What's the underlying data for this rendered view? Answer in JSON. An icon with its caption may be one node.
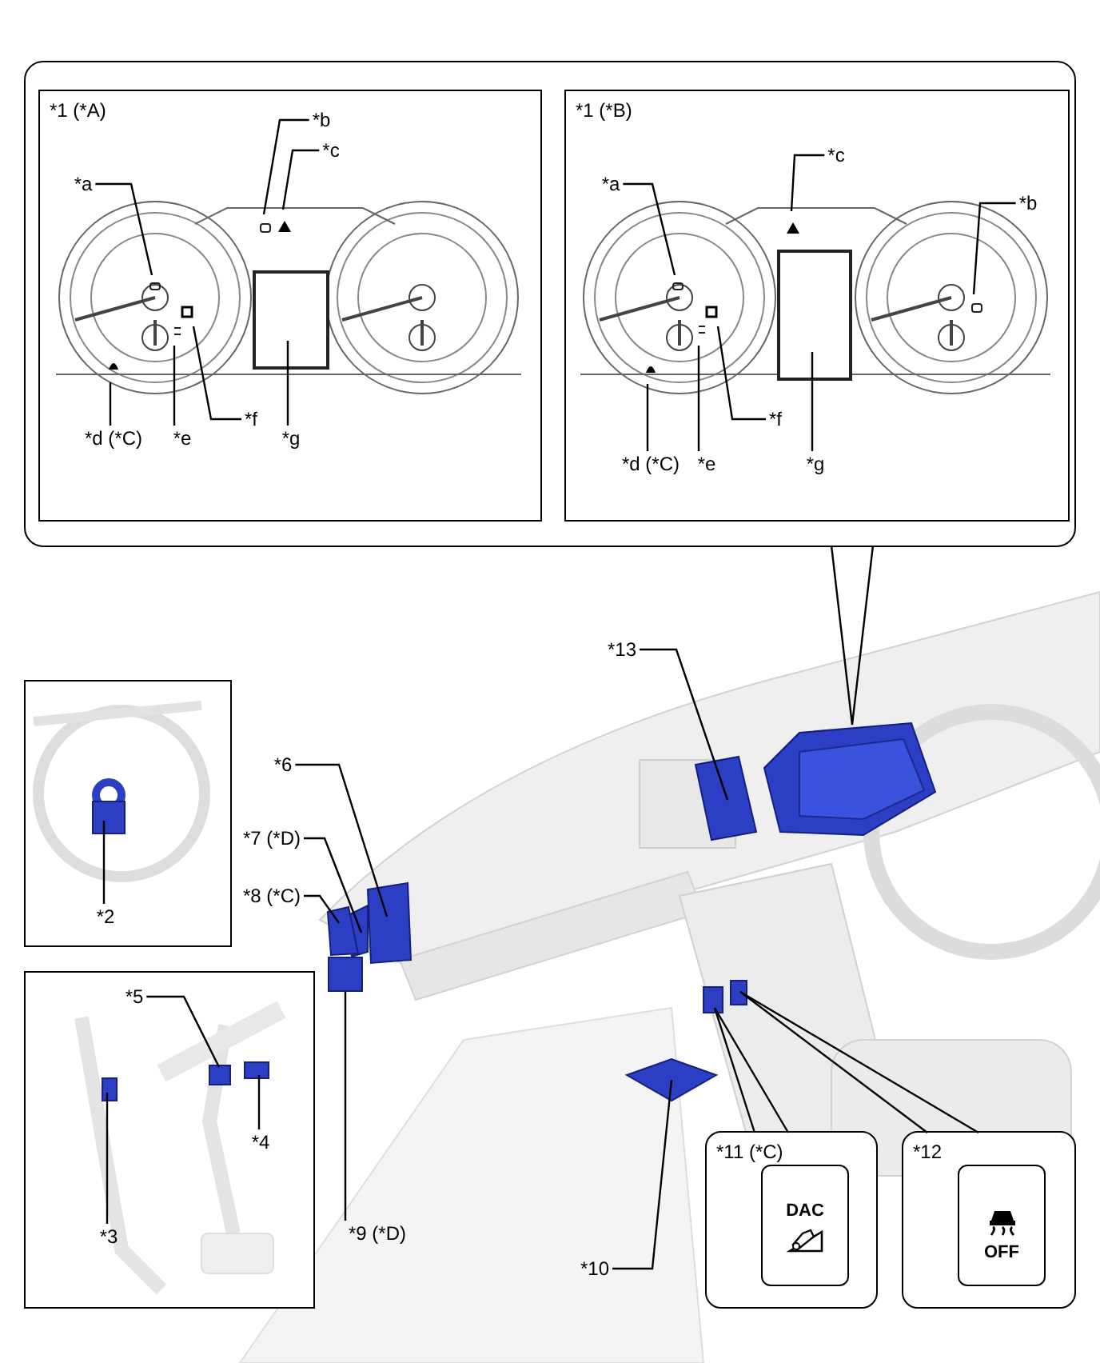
{
  "diagram": {
    "nodes": [
      {
        "text": [],
        "shape": "box"
      },
      {
        "text": [
          "*1 (*A)"
        ],
        "in": 0
      },
      {
        "text": [
          "*a"
        ],
        "in": 1
      },
      {
        "text": [
          "*b"
        ],
        "in": 1
      },
      {
        "text": [
          "*c"
        ],
        "in": 1
      },
      {
        "text": [
          "*d (*C)"
        ],
        "in": 1
      },
      {
        "text": [
          "*e"
        ],
        "in": 1
      },
      {
        "text": [
          "*f"
        ],
        "in": 1
      },
      {
        "text": [
          "*g"
        ],
        "in": 1
      },
      {
        "text": [
          "*1 (*B)"
        ],
        "in": 0
      },
      {
        "text": [
          "*a"
        ],
        "in": 9
      },
      {
        "text": [
          "*b"
        ],
        "in": 9
      },
      {
        "text": [
          "*c"
        ],
        "in": 9
      },
      {
        "text": [
          "*d (*C)"
        ],
        "in": 9
      },
      {
        "text": [
          "*e"
        ],
        "in": 9
      },
      {
        "text": [
          "*f"
        ],
        "in": 9
      },
      {
        "text": [
          "*g"
        ],
        "in": 9
      },
      {
        "text": [],
        "shape": "box"
      },
      {
        "text": [
          "*2"
        ],
        "in": 17
      },
      {
        "text": [],
        "shape": "box"
      },
      {
        "text": [
          "*5"
        ],
        "in": 19
      },
      {
        "text": [
          "*4"
        ],
        "in": 19
      },
      {
        "text": [
          "*3"
        ],
        "in": 19
      },
      {
        "text": [
          "*13"
        ]
      },
      {
        "text": [
          "*6"
        ]
      },
      {
        "text": [
          "*7 (*D)"
        ]
      },
      {
        "text": [
          "*8 (*C)"
        ]
      },
      {
        "text": [
          "*9 (*D)"
        ]
      },
      {
        "text": [
          "*10"
        ]
      },
      {
        "text": [],
        "shape": "picture"
      },
      {
        "text": [
          "*11 (*C)"
        ]
      },
      {
        "text": [
          "DAC"
        ],
        "in": 30
      },
      {
        "text": [
          "*12"
        ]
      },
      {
        "text": [
          "OFF"
        ],
        "in": 32
      },
      {
        "text": [],
        "shape": "picture"
      }
    ],
    "edges": [
      {
        "from": 0,
        "to": 29,
        "arrow": "none"
      },
      {
        "from": 2,
        "to": null,
        "arrow": "none"
      },
      {
        "from": 3,
        "to": null,
        "arrow": "none"
      },
      {
        "from": 4,
        "to": null,
        "arrow": "none"
      },
      {
        "from": 5,
        "to": null,
        "arrow": "none"
      },
      {
        "from": 6,
        "to": null,
        "arrow": "none"
      },
      {
        "from": 7,
        "to": null,
        "arrow": "none"
      },
      {
        "from": 8,
        "to": null,
        "arrow": "none"
      },
      {
        "from": 10,
        "to": null,
        "arrow": "none"
      },
      {
        "from": 11,
        "to": null,
        "arrow": "none"
      },
      {
        "from": 12,
        "to": null,
        "arrow": "none"
      },
      {
        "from": 13,
        "to": null,
        "arrow": "none"
      },
      {
        "from": 14,
        "to": null,
        "arrow": "none"
      },
      {
        "from": 15,
        "to": null,
        "arrow": "none"
      },
      {
        "from": 16,
        "to": null,
        "arrow": "none"
      },
      {
        "from": 18,
        "to": null,
        "arrow": "none"
      },
      {
        "from": 20,
        "to": null,
        "arrow": "none"
      },
      {
        "from": 21,
        "to": null,
        "arrow": "none"
      },
      {
        "from": 22,
        "to": null,
        "arrow": "none"
      },
      {
        "from": 23,
        "to": null,
        "arrow": "none"
      },
      {
        "from": 24,
        "to": null,
        "arrow": "none"
      },
      {
        "from": 25,
        "to": null,
        "arrow": "none"
      },
      {
        "from": 26,
        "to": null,
        "arrow": "none"
      },
      {
        "from": 27,
        "to": 34,
        "arrow": "none"
      },
      {
        "from": 28,
        "to": null,
        "arrow": "none"
      },
      {
        "from": 30,
        "to": null,
        "arrow": "none"
      },
      {
        "from": 32,
        "to": null,
        "arrow": "none"
      }
    ]
  }
}
